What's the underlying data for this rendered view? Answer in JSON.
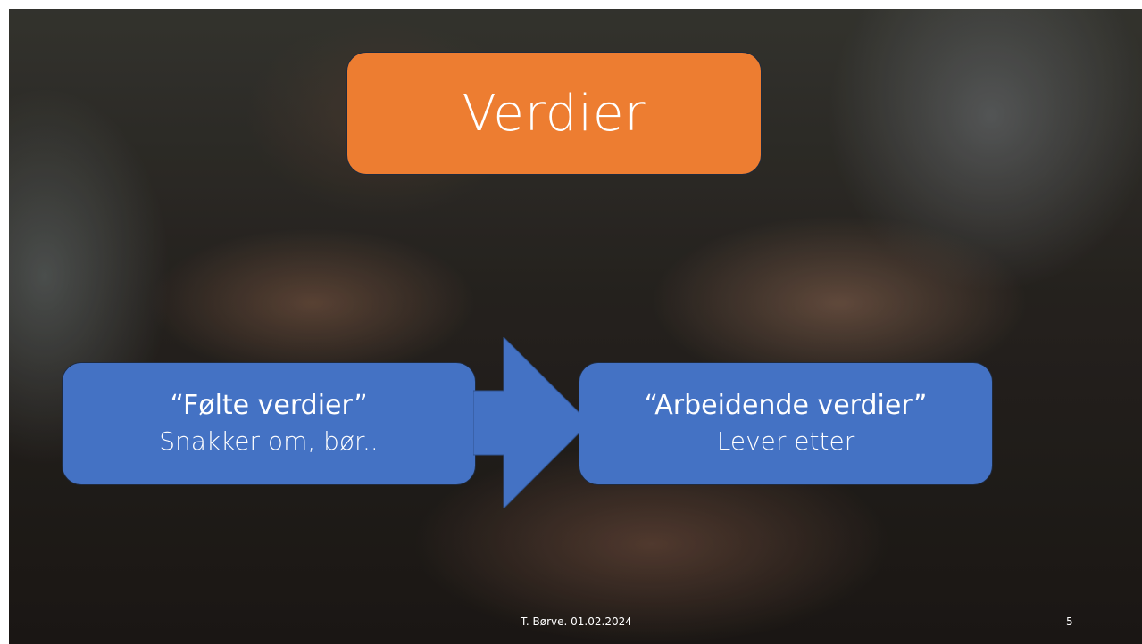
{
  "slide": {
    "title": "Verdier",
    "left_box": {
      "heading": "“Følte verdier”",
      "subtext": "Snakker om, bør.."
    },
    "right_box": {
      "heading": "“Arbeidende verdier”",
      "subtext": "Lever etter"
    },
    "footer": "T. Børve. 01.02.2024",
    "page_number": "5"
  },
  "colors": {
    "title_box": "#ed7d31",
    "blue_box": "#4472c4",
    "arrow": "#4472c4",
    "text": "#ffffff"
  },
  "icons": {
    "arrow": "right-arrow-icon"
  }
}
